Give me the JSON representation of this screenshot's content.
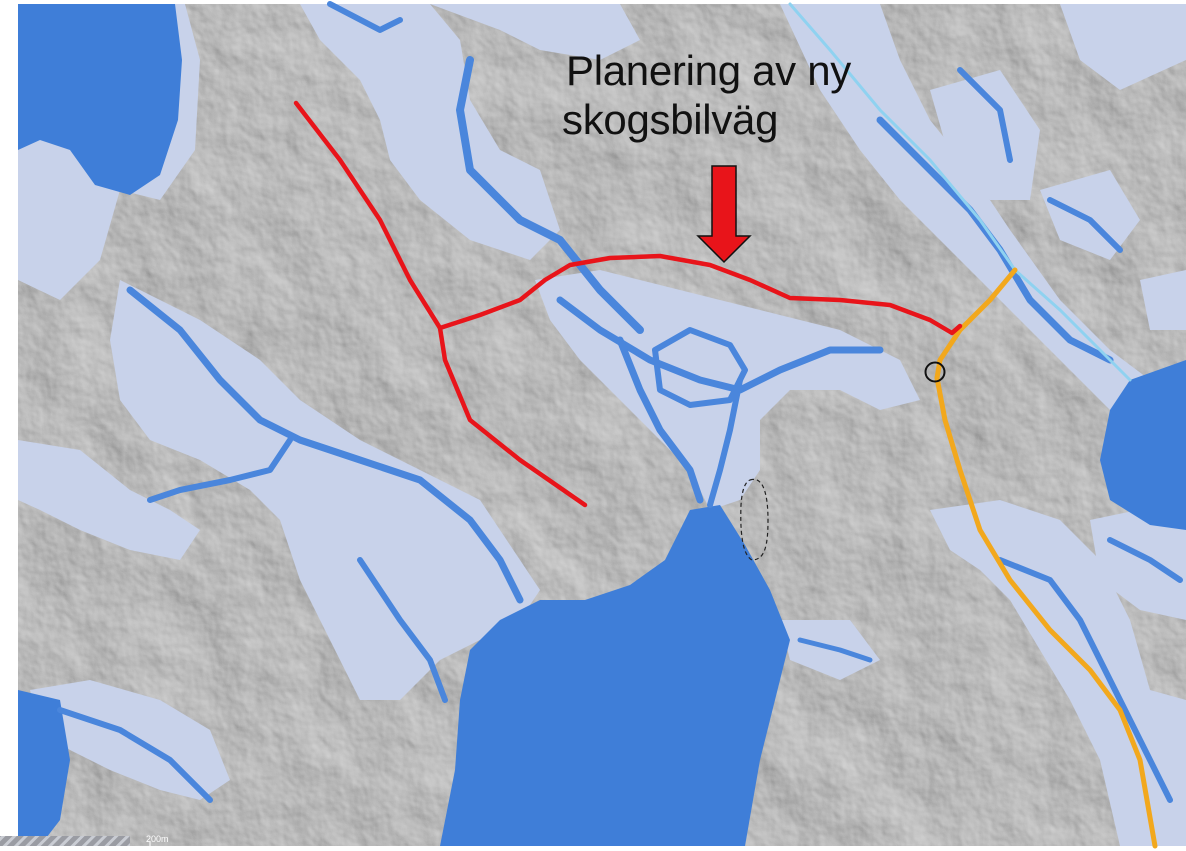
{
  "annotation": {
    "line1": "Planering av ny",
    "line2": "skogsbilväg"
  },
  "scale": {
    "label": "200m"
  },
  "colors": {
    "water": "#3f7ed8",
    "wet_zone": "#c8d2ea",
    "terrain": "#8f8f8f",
    "planned_road": "#e8141a",
    "existing_road": "#f2a81d",
    "stream": "#8fd2f0",
    "arrow": "#e8141a"
  },
  "icons": {
    "arrow": "down-arrow-icon",
    "junction": "circle-marker-icon"
  }
}
